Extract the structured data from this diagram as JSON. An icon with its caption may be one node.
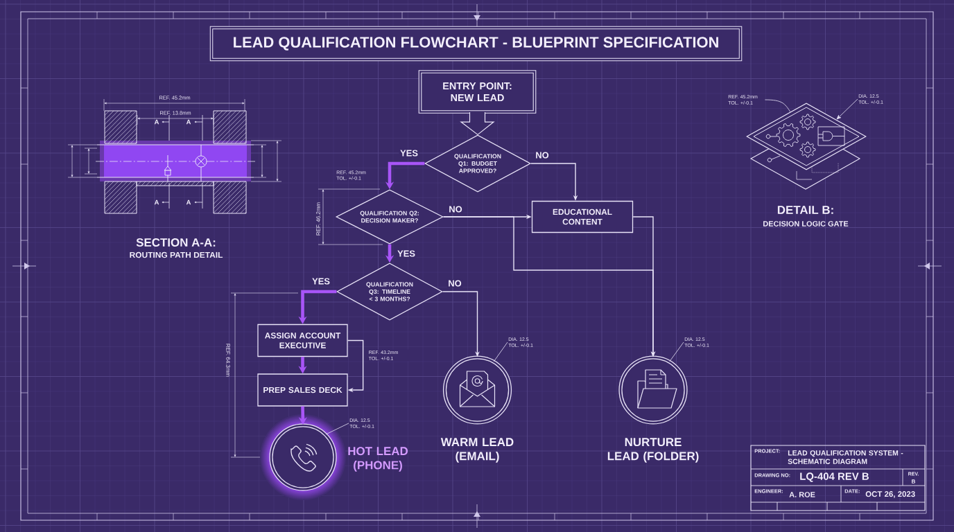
{
  "diagram": {
    "title": "LEAD QUALIFICATION FLOWCHART - BLUEPRINT SPECIFICATION",
    "nodes": [
      {
        "text": [
          "ENTRY POINT: NEW LEAD"
        ]
      },
      {
        "text": [
          "QUALIFICATION Q1: BUDGET APPROVED?"
        ]
      },
      {
        "text": [
          "QUALIFICATION Q2: DECISION MAKER?"
        ]
      },
      {
        "text": [
          "EDUCATIONAL CONTENT"
        ]
      },
      {
        "text": [
          "QUALIFICATION Q3: TIMELINE < 3 MONTHS?"
        ]
      },
      {
        "text": [
          "ASSIGN ACCOUNT EXECUTIVE"
        ]
      },
      {
        "text": [
          "PREP SALES DECK"
        ]
      },
      {
        "text": [
          "HOT LEAD (PHONE)"
        ]
      },
      {
        "text": [
          "WARM LEAD (EMAIL)"
        ]
      },
      {
        "text": [
          "NURTURE LEAD (FOLDER)"
        ]
      },
      {
        "text": [
          "DIA. 12.5 TOL. +/-0.1"
        ]
      },
      {
        "text": [
          "DIA. 12.5 TOL. +/-0.1"
        ]
      },
      {
        "text": [
          "DIA. 12.5 TOL. +/-0.1"
        ]
      },
      {
        "text": [],
        "shape": "picture",
        "beside": [
          "DETAIL B:",
          "DECISION LOGIC GATE"
        ]
      },
      {
        "text": [
          "REF. 45.2mm TOL. +/-0.1"
        ]
      },
      {
        "text": [
          "DIA. 12.5 TOL. +/-0.1"
        ]
      }
    ],
    "edges": [
      {
        "from": 0,
        "to": 1,
        "arrow": "to"
      },
      {
        "from": 1,
        "to": 2,
        "arrow": "to",
        "label": "YES",
        "style": "thick",
        "color": "#a855f7"
      },
      {
        "from": 1,
        "to": 3,
        "arrow": "to",
        "label": "NO"
      },
      {
        "from": 2,
        "to": 3,
        "arrow": "to",
        "label": "NO"
      },
      {
        "from": 2,
        "to": 9,
        "arrow": "to"
      },
      {
        "from": 2,
        "to": 4,
        "arrow": "to",
        "label": "YES",
        "style": "thick",
        "color": "#a855f7"
      },
      {
        "from": 4,
        "to": 5,
        "arrow": "to",
        "label": "YES",
        "style": "thick",
        "color": "#a855f7"
      },
      {
        "from": 4,
        "to": 8,
        "arrow": "to",
        "label": "NO"
      },
      {
        "from": 3,
        "to": 9,
        "arrow": "to"
      },
      {
        "from": 5,
        "to": 6,
        "arrow": "to",
        "style": "thick",
        "color": "#a855f7"
      },
      {
        "from": 5,
        "to": 6,
        "arrow": "to",
        "label": "REF. 43.2mm TOL. +/-0.1"
      },
      {
        "from": 6,
        "to": 7,
        "arrow": "to",
        "style": "thick",
        "color": "#a855f7"
      },
      {
        "from": 10,
        "to": 7,
        "arrow": "none"
      },
      {
        "from": 11,
        "to": 8,
        "arrow": "none"
      },
      {
        "from": 12,
        "to": 9,
        "arrow": "none"
      },
      {
        "from": 14,
        "to": 13,
        "arrow": "none"
      },
      {
        "from": 15,
        "to": 13,
        "arrow": "to"
      }
    ],
    "labels": [
      "REF. 45.2mm",
      "REF. 13.8mm",
      "A",
      "A",
      "A",
      "A",
      "SECTION A-A:",
      "ROUTING PATH DETAIL",
      "REF. 45.2mm TOL. +/-0.1",
      "REF. 46.2mm",
      "REF. 64.3mm",
      "PROJECT:",
      "LEAD QUALIFICATION SYSTEM - SCHEMATIC DIAGRAM",
      "DRAWING NO:",
      "LQ-404 REV B",
      "REV.",
      "B",
      "ENGINEER:",
      "A. ROE",
      "DATE:",
      "OCT 26, 2023"
    ]
  }
}
